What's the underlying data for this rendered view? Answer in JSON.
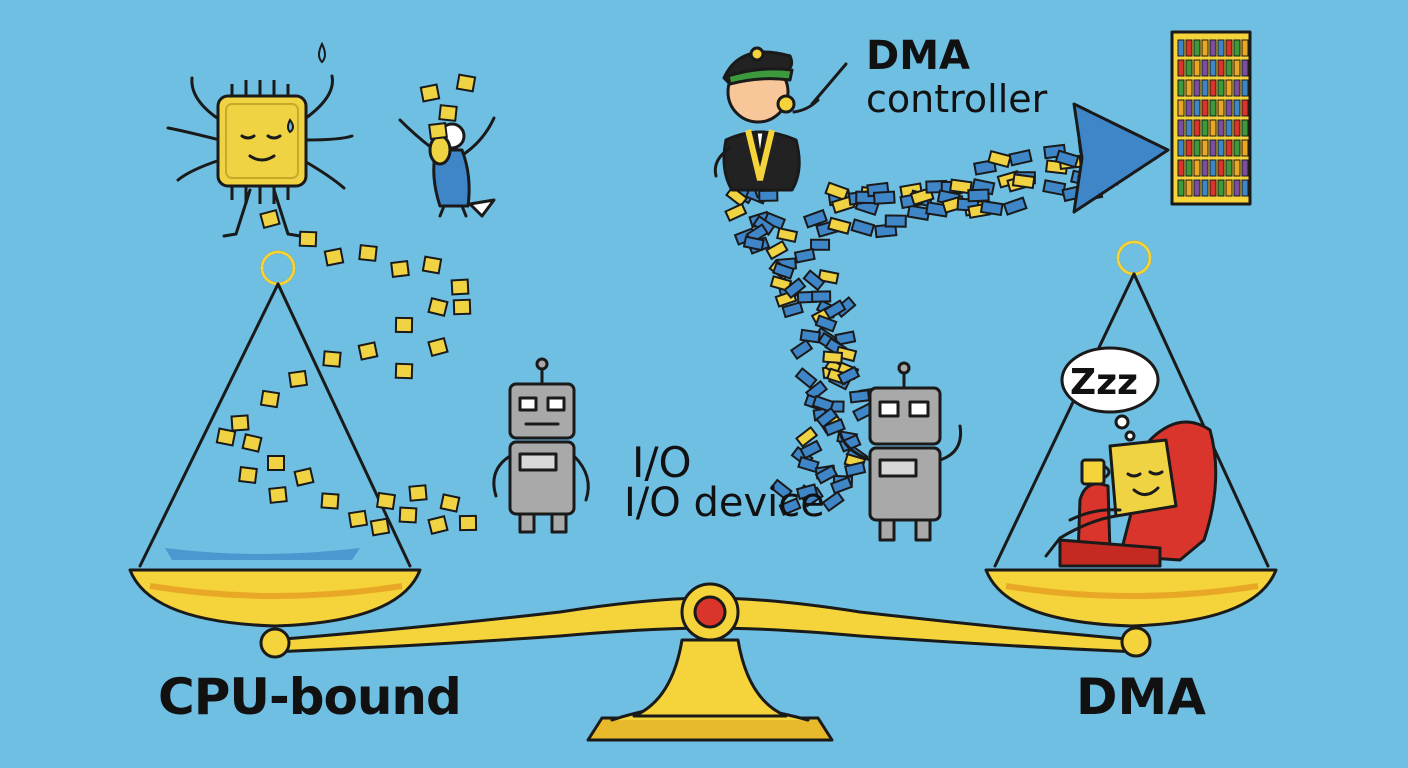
{
  "labels": {
    "cpu_bound": "CPU-bound",
    "dma": "DMA",
    "dma_controller_line1": "DMA",
    "dma_controller_line2": "controller",
    "io_short": "I/O",
    "io_device": "I/O device",
    "sleep": "Zzz"
  },
  "colors": {
    "background": "#6fbfe3",
    "gold": "#f5d33a",
    "chip": "#f0d343",
    "block_blue": "#3f86c9",
    "chair_red": "#d9352c",
    "robot_gray": "#a9a9a9",
    "hat_green": "#3c9a3c"
  },
  "icons": {
    "cpu_chip": "stressed-cpu-chip-icon",
    "juggler": "juggling-worker-icon",
    "controller": "conductor-with-whistle-icon",
    "memory": "memory-bookshelf-icon",
    "robot_left": "io-robot-icon",
    "robot_right": "io-robot-icon",
    "relaxed_cpu": "relaxed-cpu-in-armchair-icon",
    "balance": "balance-scale-icon"
  }
}
